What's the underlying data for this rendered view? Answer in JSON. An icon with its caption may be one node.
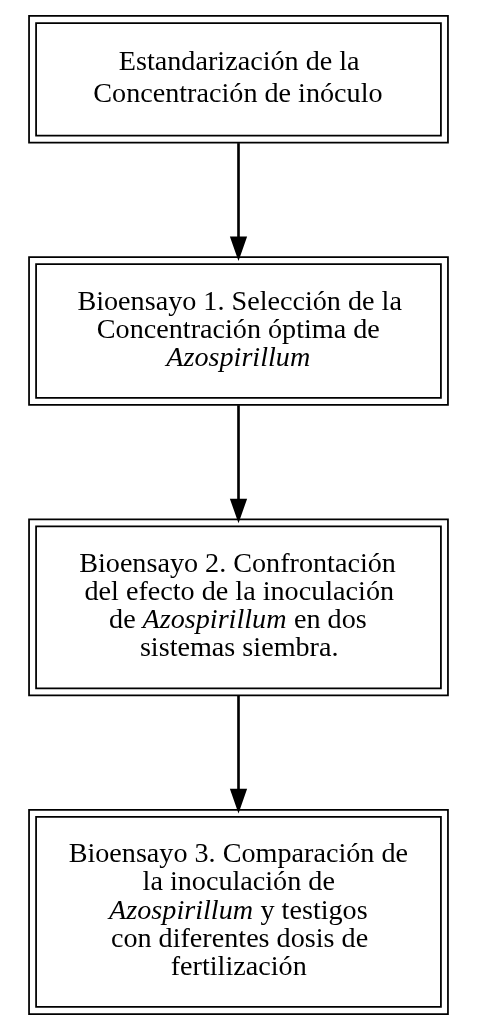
{
  "diagram": {
    "nodes": [
      {
        "text": [
          "Estandarización de la Concentración de inóculo"
        ]
      },
      {
        "text": [
          "Bioensayo 1. Selección de la Concentración óptima de *Azospirillum*"
        ]
      },
      {
        "text": [
          "Bioensayo 2. Confrontación del efecto de la inoculación de *Azospirillum* en dos sistemas siembra."
        ]
      },
      {
        "text": [
          "Bioensayo 3. Comparación de la inoculación de *Azospirillum* y testigos con diferentes dosis de fertilización"
        ]
      }
    ],
    "edges": [
      {
        "from": 0,
        "to": 1,
        "arrow": "to"
      },
      {
        "from": 1,
        "to": 2,
        "arrow": "to"
      },
      {
        "from": 2,
        "to": 3,
        "arrow": "to"
      }
    ]
  }
}
